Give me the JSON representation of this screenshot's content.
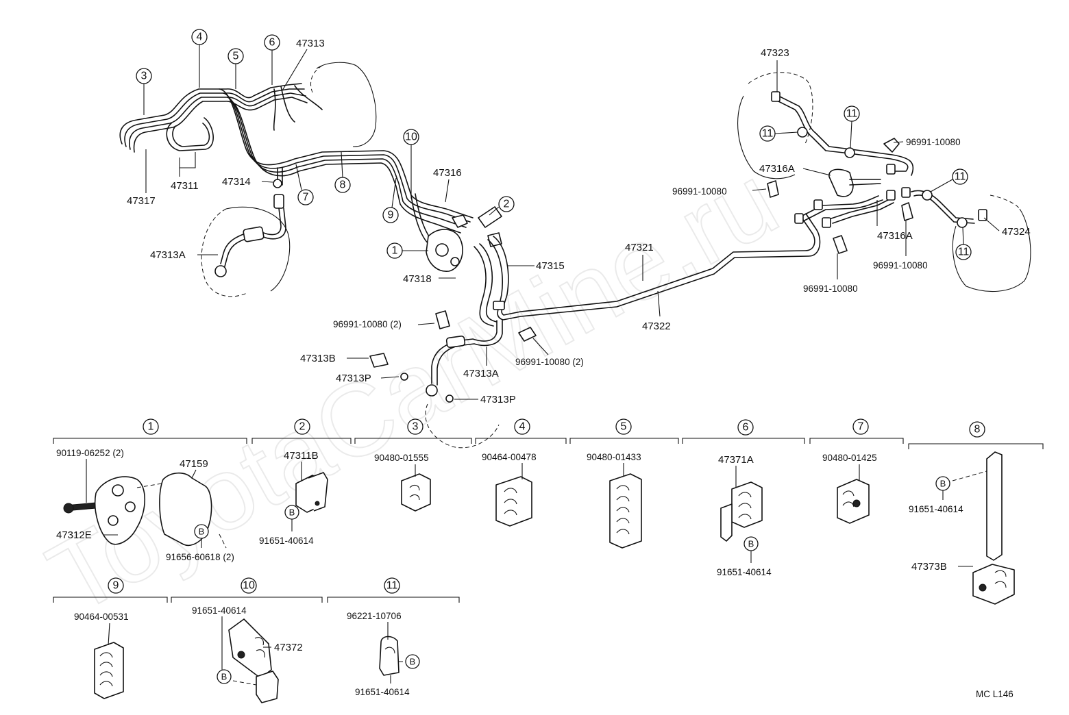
{
  "watermark": "ToyotaCarMine.ru",
  "footer_code": "MC L146",
  "callout_numbers": [
    "1",
    "2",
    "3",
    "4",
    "5",
    "6",
    "7",
    "8",
    "9",
    "10",
    "11"
  ],
  "bolt_marker": "B",
  "main_labels": {
    "p47313": "47313",
    "p47317": "47317",
    "p47311": "47311",
    "p47314": "47314",
    "p47313A_left": "47313A",
    "p47316": "47316",
    "p47318": "47318",
    "p47315": "47315",
    "p47321": "47321",
    "p47322": "47322",
    "clip_2_left": "96991-10080 (2)",
    "clip_2_right": "96991-10080 (2)",
    "p47313B": "47313B",
    "p47313P_left": "47313P",
    "p47313P_right": "47313P",
    "p47313A_center": "47313A",
    "p47323": "47323",
    "clip_top_right": "96991-10080",
    "p47316A_upper": "47316A",
    "clip_mid_left": "96991-10080",
    "p47316A_lower": "47316A",
    "p47324": "47324",
    "clip_mid_right": "96991-10080",
    "clip_bottom": "96991-10080"
  },
  "detail_labels": {
    "d1_bolt": "90119-06252 (2)",
    "d1_bracket": "47159",
    "d1_valve": "47312E",
    "d1_b": "91656-60618 (2)",
    "d2_clamp": "47311B",
    "d2_b": "91651-40614",
    "d3_clamp": "90480-01555",
    "d4_clamp": "90464-00478",
    "d5_clamp": "90480-01433",
    "d6_clamp": "47371A",
    "d6_b": "91651-40614",
    "d7_clamp": "90480-01425",
    "d8_b": "91651-40614",
    "d8_bracket": "47373B",
    "d9_clamp": "90464-00531",
    "d10_b": "91651-40614",
    "d10_clamp": "47372",
    "d11_clamp": "96221-10706",
    "d11_b": "91651-40614"
  }
}
